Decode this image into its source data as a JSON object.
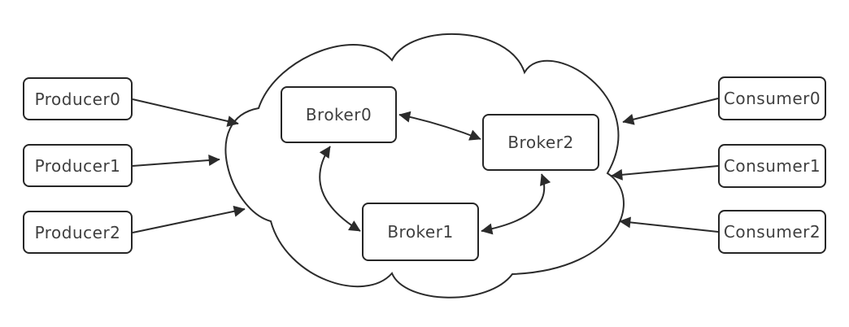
{
  "diagram": {
    "kind": "cluster-topology",
    "producers": [
      "Producer0",
      "Producer1",
      "Producer2"
    ],
    "brokers": [
      "Broker0",
      "Broker1",
      "Broker2"
    ],
    "consumers": [
      "Consumer0",
      "Consumer1",
      "Consumer2"
    ],
    "edges": [
      {
        "from": "Producer0",
        "to": "cluster-cloud",
        "direction": "one-way"
      },
      {
        "from": "Producer1",
        "to": "cluster-cloud",
        "direction": "one-way"
      },
      {
        "from": "Producer2",
        "to": "cluster-cloud",
        "direction": "one-way"
      },
      {
        "from": "Consumer0",
        "to": "cluster-cloud",
        "direction": "one-way"
      },
      {
        "from": "Consumer1",
        "to": "cluster-cloud",
        "direction": "one-way"
      },
      {
        "from": "Consumer2",
        "to": "cluster-cloud",
        "direction": "one-way"
      },
      {
        "from": "Broker0",
        "to": "Broker2",
        "direction": "two-way"
      },
      {
        "from": "Broker0",
        "to": "Broker1",
        "direction": "two-way"
      },
      {
        "from": "Broker2",
        "to": "Broker1",
        "direction": "two-way"
      }
    ],
    "colors": {
      "line": "#2b2b2b",
      "box_border": "#262626",
      "box_fill": "#ffffff",
      "text": "#3f3f3f",
      "background": "#ffffff"
    }
  }
}
